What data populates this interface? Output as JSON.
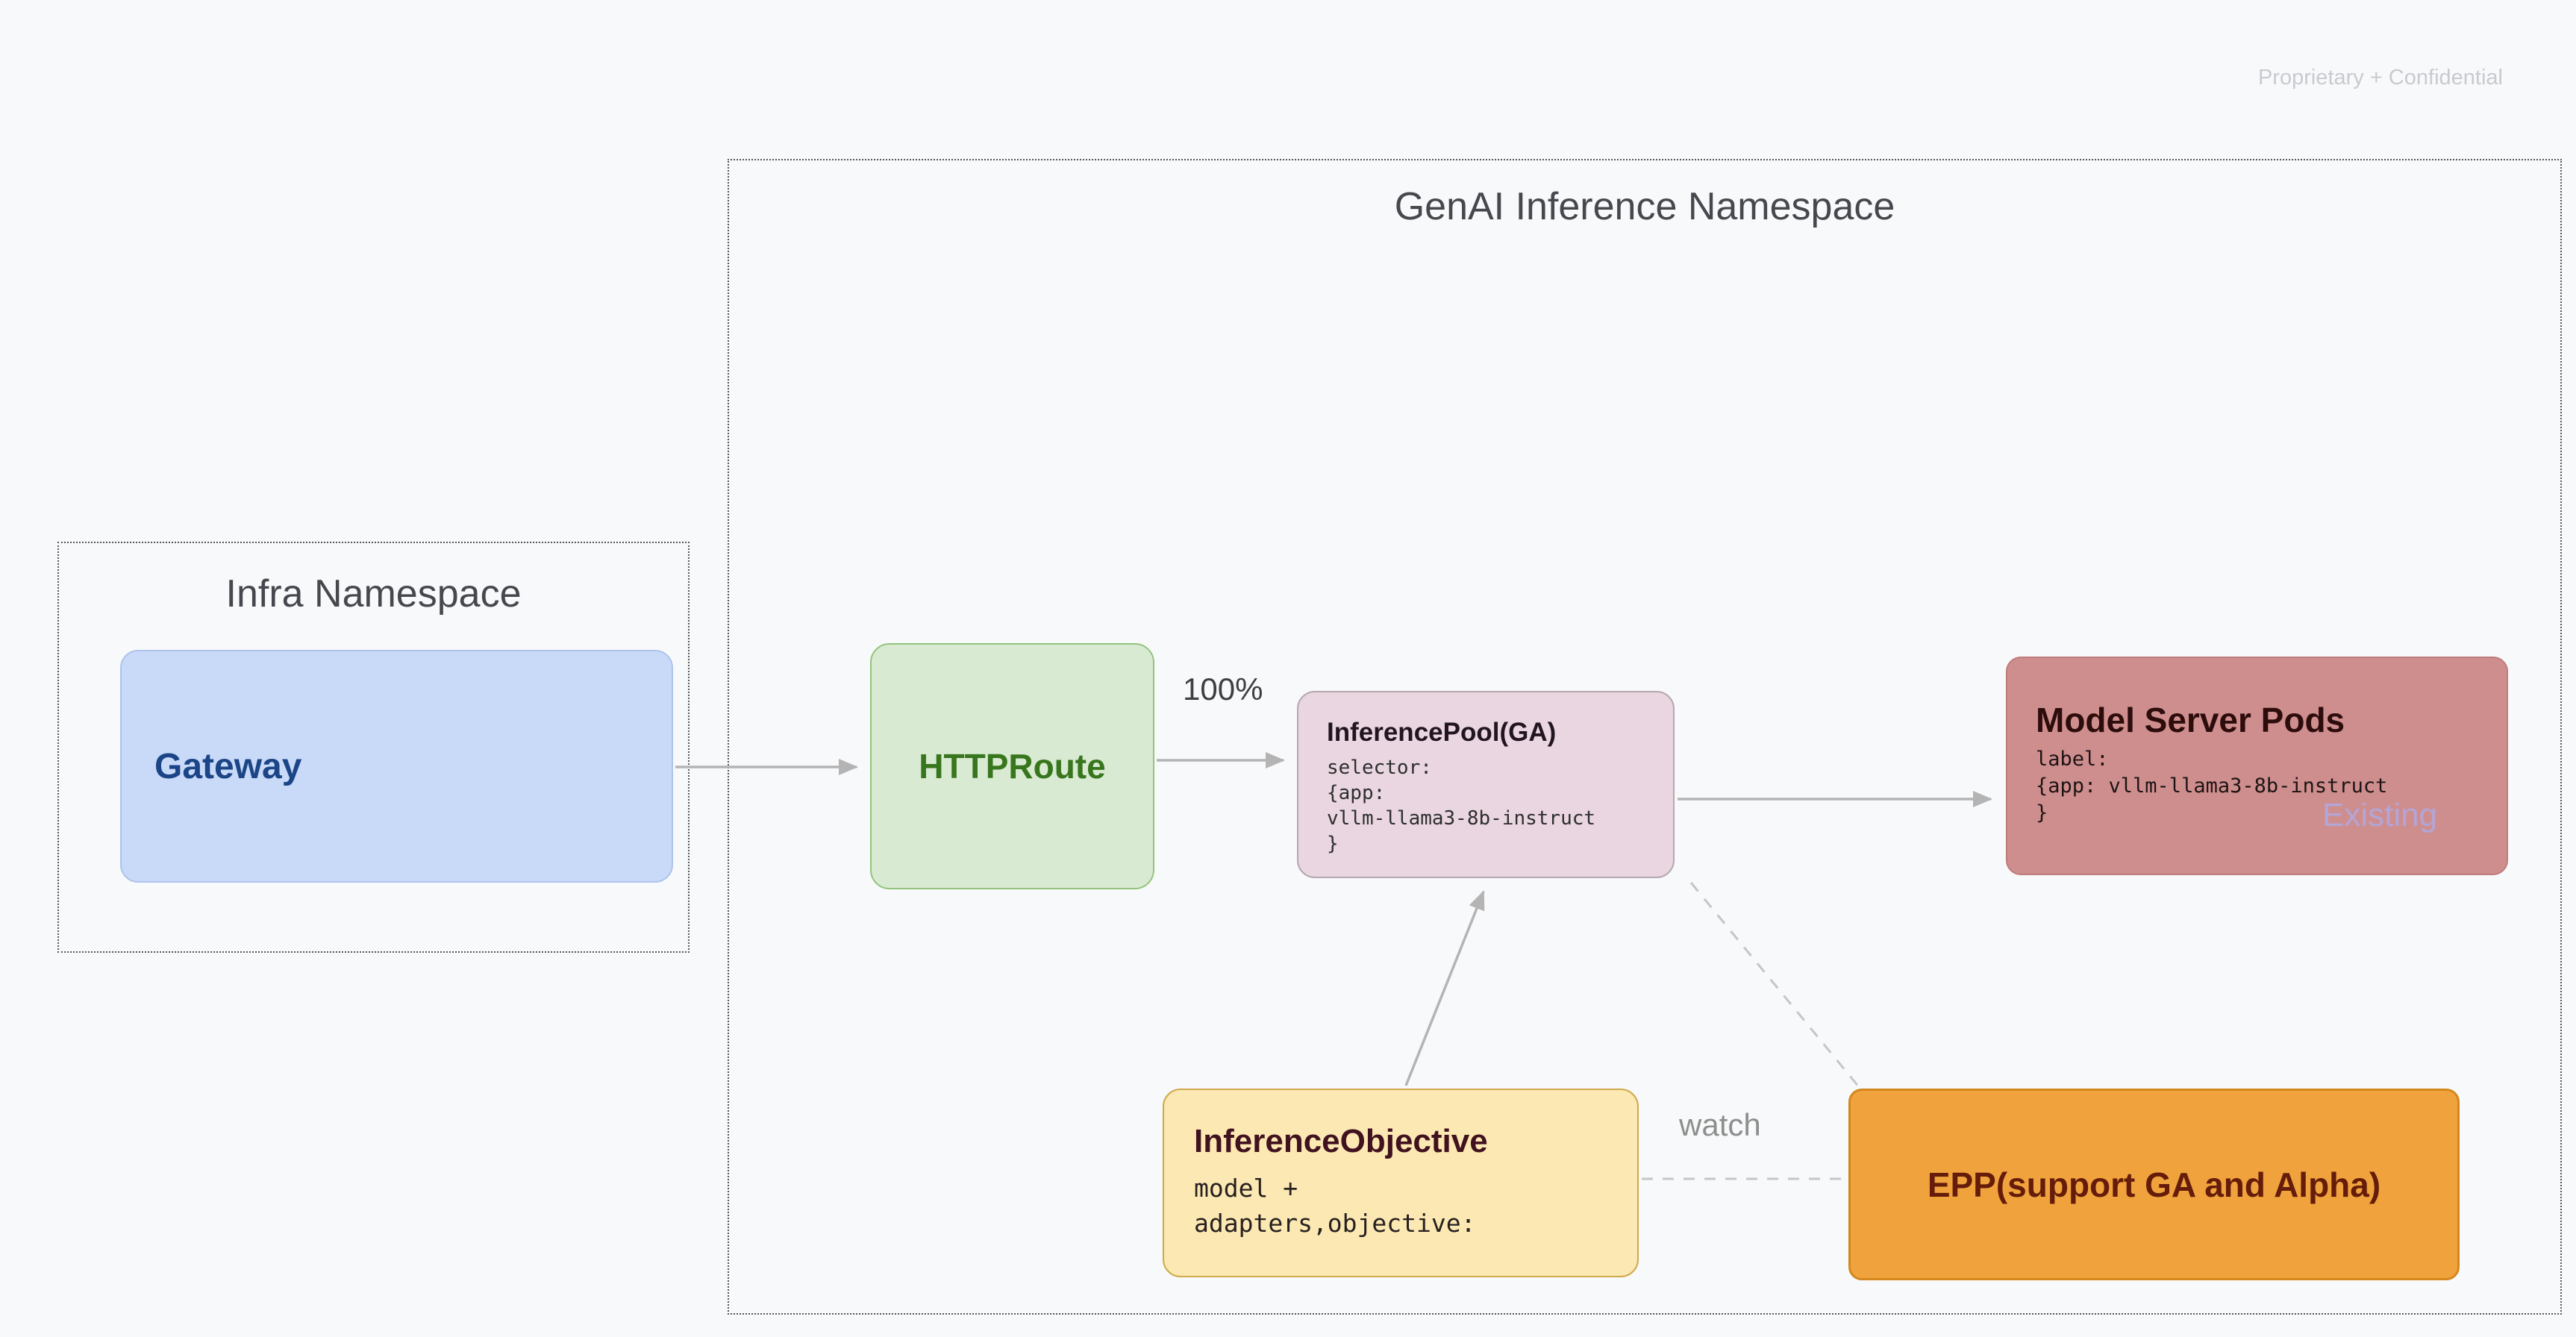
{
  "watermark": "Proprietary + Confidential",
  "containers": {
    "genai": {
      "title": "GenAI Inference Namespace"
    },
    "infra": {
      "title": "Infra Namespace"
    }
  },
  "nodes": {
    "gateway": {
      "label": "Gateway"
    },
    "httproute": {
      "label": "HTTPRoute"
    },
    "inference_pool": {
      "title": "InferencePool(GA)",
      "code": "selector:\n{app:\nvllm-llama3-8b-instruct\n}"
    },
    "model_server_pods": {
      "title": "Model Server Pods",
      "code": "label:\n{app: vllm-llama3-8b-instruct\n}",
      "annotation": "Existing"
    },
    "inference_objective": {
      "title": "InferenceObjective",
      "code": "model +\nadapters,objective:"
    },
    "epp": {
      "label": "EPP(support GA and Alpha)"
    }
  },
  "edges": {
    "httproute_to_pool_label": "100%",
    "watch_label": "watch"
  },
  "colors": {
    "background": "#f8f9fa",
    "gateway_fill": "#c9daf8",
    "gateway_text": "#1c4587",
    "httproute_fill": "#d9ead3",
    "httproute_border": "#93c47d",
    "httproute_text": "#38761d",
    "inference_pool_fill": "#e9d6e0",
    "model_server_pods_fill": "#cf8e8e",
    "inference_objective_fill": "#fce8b2",
    "epp_fill": "#f0a33c",
    "epp_text": "#651c0a",
    "existing_text": "#b3a5d6",
    "arrow": "#b4b4b4",
    "watermark_text": "#c7cbd0"
  }
}
